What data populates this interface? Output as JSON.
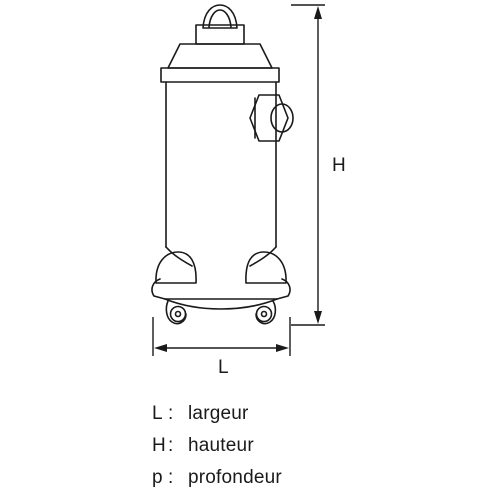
{
  "diagram": {
    "dimension_labels": {
      "height": "H",
      "width": "L"
    }
  },
  "legend": [
    {
      "letter": "L",
      "separator": ":",
      "text": "largeur"
    },
    {
      "letter": "H",
      "separator": ":",
      "text": "hauteur"
    },
    {
      "letter": "p",
      "separator": ":",
      "text": "profondeur"
    }
  ],
  "colors": {
    "stroke": "#1a1a1a",
    "background": "#ffffff"
  }
}
